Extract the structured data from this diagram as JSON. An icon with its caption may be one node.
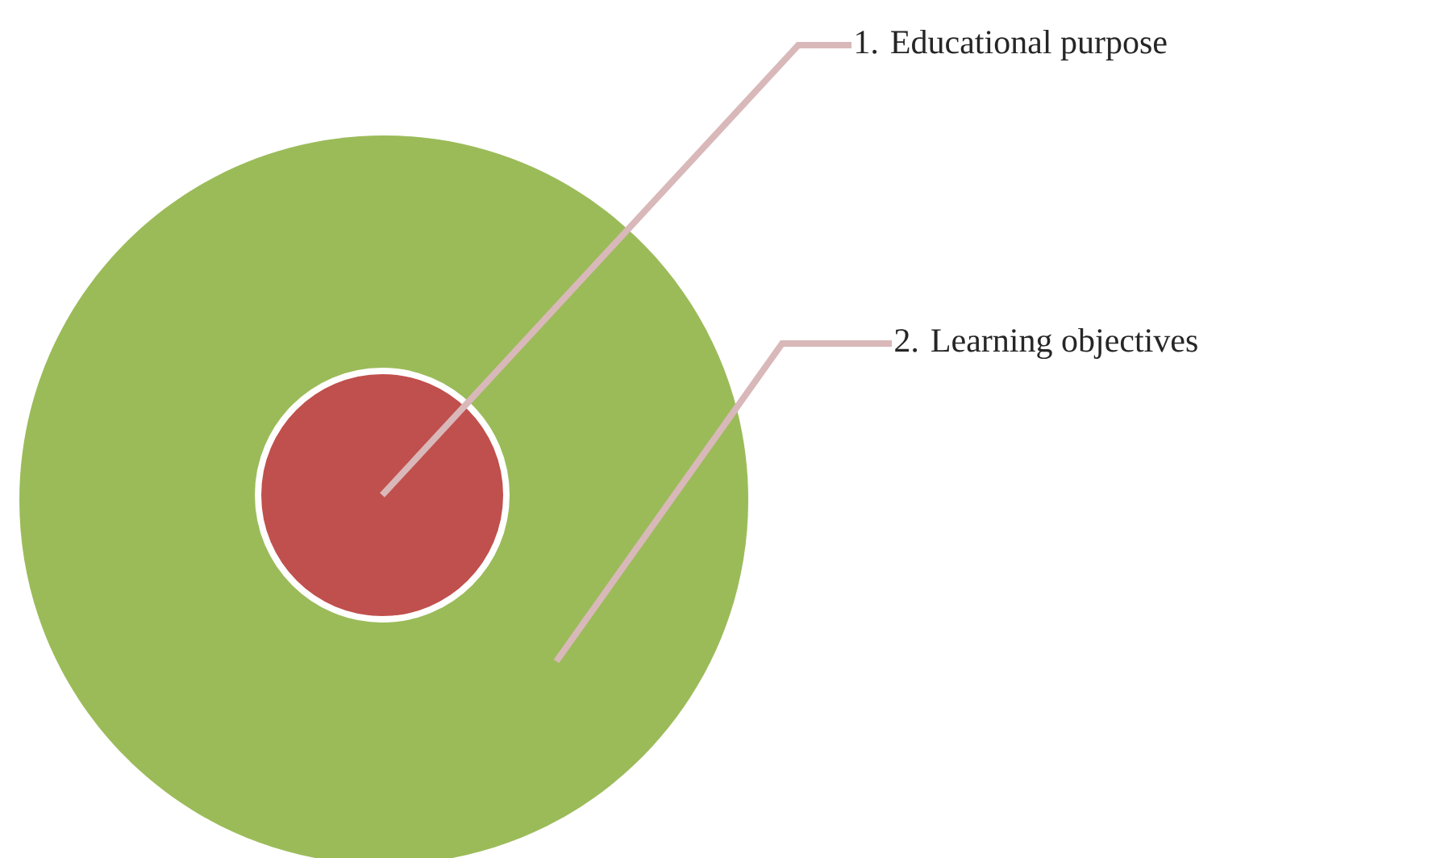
{
  "diagram": {
    "nodes": [
      {
        "text": [
          "1. Educational purpose"
        ]
      },
      {
        "text": [
          "2. Learning objectives"
        ]
      },
      {
        "text": [],
        "shape": "circle"
      },
      {
        "text": [],
        "shape": "circle",
        "in": 2
      }
    ],
    "edges": [
      {
        "from": 0,
        "to": 3,
        "arrow": "none"
      },
      {
        "from": 1,
        "to": 2,
        "arrow": "none"
      }
    ]
  }
}
